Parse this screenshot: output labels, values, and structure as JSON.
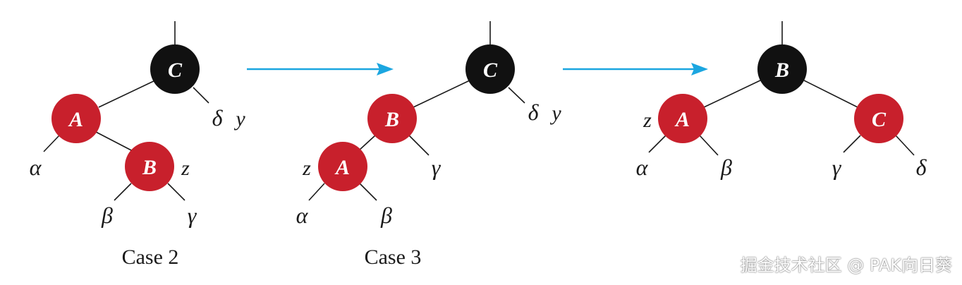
{
  "colors": {
    "red": "#c8202c",
    "black": "#111111",
    "arrow": "#1ba6e0"
  },
  "panels": [
    {
      "caption": "Case 2",
      "nodes": {
        "C": {
          "letter": "C",
          "color": "black"
        },
        "A": {
          "letter": "A",
          "color": "red"
        },
        "B": {
          "letter": "B",
          "color": "red"
        }
      },
      "subtrees": {
        "alpha": "α",
        "beta": "β",
        "gamma": "γ",
        "delta": "δ"
      },
      "side_labels": {
        "y": "y",
        "z": "z"
      }
    },
    {
      "caption": "Case 3",
      "nodes": {
        "C": {
          "letter": "C",
          "color": "black"
        },
        "B": {
          "letter": "B",
          "color": "red"
        },
        "A": {
          "letter": "A",
          "color": "red"
        }
      },
      "subtrees": {
        "alpha": "α",
        "beta": "β",
        "gamma": "γ",
        "delta": "δ"
      },
      "side_labels": {
        "y": "y",
        "z": "z"
      }
    },
    {
      "caption": "",
      "nodes": {
        "B": {
          "letter": "B",
          "color": "black"
        },
        "A": {
          "letter": "A",
          "color": "red"
        },
        "C": {
          "letter": "C",
          "color": "red"
        }
      },
      "subtrees": {
        "alpha": "α",
        "beta": "β",
        "gamma": "γ",
        "delta": "δ"
      },
      "side_labels": {
        "z": "z"
      }
    }
  ],
  "watermark": "掘金技术社区 @ PAK向日葵"
}
